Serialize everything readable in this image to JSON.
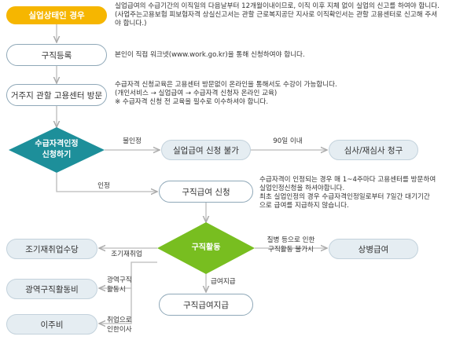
{
  "colors": {
    "start_fill": "#f6b600",
    "diamond_teal": "#1d8f9a",
    "diamond_green": "#78be20",
    "connector": "#bbbbbb",
    "box_border": "#8fa8b8",
    "gray_fill": "#e5edf2"
  },
  "nodes": {
    "unemployment": "실업상태인 경우",
    "job_registration": "구직등록",
    "visit_center": "거주지 관할 고용센터 방문",
    "apply_eligibility": "수급자격인정\n신청하기",
    "benefit_not_possible": "실업급여 신청 불가",
    "review_claim": "심사/재심사 청구",
    "job_benefit_apply": "구직급여 신청",
    "job_activity": "구직활동",
    "sickness_benefit": "상병급여",
    "early_reemployment": "조기재취업수당",
    "wide_area_job_search": "광역구직활동비",
    "relocation": "이주비",
    "job_benefit_payment": "구직급여지급"
  },
  "descriptions": {
    "unemployment": "실업급여의 수급기간의 이직일의 다음날부터 12개월이내이므로, 이직 이후 지체 없이 실업의 신고를 하여야 합니다.\n(사업주는고용보험 피보험자격 상실신고서는 관할 근로복지공단 지사로 이직확인서는 관할 고용센터로 신고해 주셔\n야 합니다.)",
    "job_registration": "본인이 직접 워크넷(www.work.go.kr)을 통해 신청하여야 합니다.",
    "visit_center": "수급자격 신청교육은 고용센터 방문없이 온라인을 통해서도 수강이 가능합니다.\n(개인서비스 → 실업급여 → 수급자격 신청자 온라인 교육)\n※ 수급자격 신청 전 교육을 필수로 이수하셔야 합니다.",
    "job_benefit_apply": "수급자격이 인정되는 경우 매 1~4주마다 고용센터를 방문하여\n실업인정신청을 하셔야합니다.\n최초 실업인정의 경우 수급자격인정일로부터 7일간 대기기간\n으로 급여를 지급하지 않습니다."
  },
  "edge_labels": {
    "not_approved": "불인정",
    "within_90_days": "90일 이내",
    "approved": "인정",
    "sick_unable": "질병 등으로 인한\n구직활동 불가시",
    "early_reemployment": "조기재취업",
    "wide_area": "광역구직\n활동시",
    "relocation": "취업으로\n인한이사",
    "payment": "급여지급"
  }
}
